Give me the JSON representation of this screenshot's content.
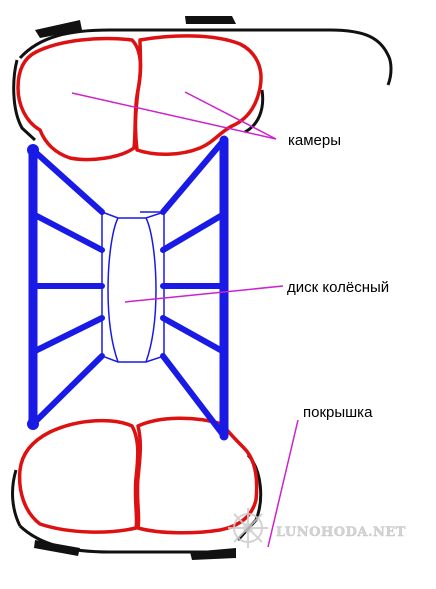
{
  "labels": {
    "chambers": "камеры",
    "wheel_disc": "диск колёсный",
    "tire": "покрышка"
  },
  "watermark": {
    "text": "LUNOHODA.NET"
  },
  "colors": {
    "chamber": "#dd1111",
    "frame": "#1a1ae6",
    "rim": "#1a1ae6",
    "leader": "#cc22cc",
    "tire": "#111111",
    "watermark": "#cccccc"
  }
}
